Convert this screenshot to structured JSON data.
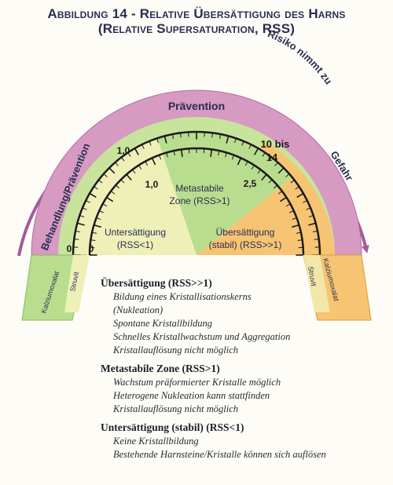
{
  "title": {
    "line1": "Abbildung 14 - Relative Übersättigung des Harns",
    "line2": "(Relative Supersaturation, RSS)"
  },
  "diagram": {
    "risk_label": "Risiko nimmt zu",
    "band_treatment": "Behandlung/Prävention",
    "band_prevention": "Prävention",
    "band_danger": "Gefahr",
    "scale_outer": {
      "start": "0",
      "mid": "1,0",
      "end_line1": "10 bis",
      "end_line2": "14"
    },
    "scale_inner": {
      "start": "0",
      "mid": "1,0",
      "end": "2,5"
    },
    "zone_under": {
      "line1": "Untersättigung",
      "line2": "(RSS<1)"
    },
    "zone_meta": {
      "line1": "Metastabile",
      "line2": "Zone (RSS>1)"
    },
    "zone_over": {
      "line1": "Übersättigung",
      "line2": "(stabil) (RSS>>1)"
    },
    "left_leg": {
      "outer": "Kalziumoxalat",
      "inner": "Struvit"
    },
    "right_leg": {
      "outer": "Kalziumoxalat",
      "inner": "Struvit"
    },
    "colors": {
      "purple_band": "#d79ac2",
      "green_band": "#bfe08e",
      "yellow_under": "#eef0b8",
      "green_meta": "#b9dd8e",
      "orange_over": "#f6c472",
      "arrow": "#a55a98",
      "text_dark": "#2a2e52"
    }
  },
  "legend": [
    {
      "heading": "Übersättigung (RSS>>1)",
      "items": [
        "Bildung eines Kristallisationskerns",
        "(Nukleation)",
        "Spontane Kristallbildung",
        "Schnelles Kristallwachstum und Aggregation",
        "Kristallauflösung nicht möglich"
      ]
    },
    {
      "heading": "Metastabile Zone (RSS>1)",
      "items": [
        "Wachstum präformierter Kristalle möglich",
        "Heterogene Nukleation kann stattfinden",
        "Kristallauflösung nicht möglich"
      ]
    },
    {
      "heading": "Untersättigung (stabil) (RSS<1)",
      "items": [
        "Keine Kristallbildung",
        "Bestehende Harnsteine/Kristalle können sich auflösen"
      ]
    }
  ]
}
